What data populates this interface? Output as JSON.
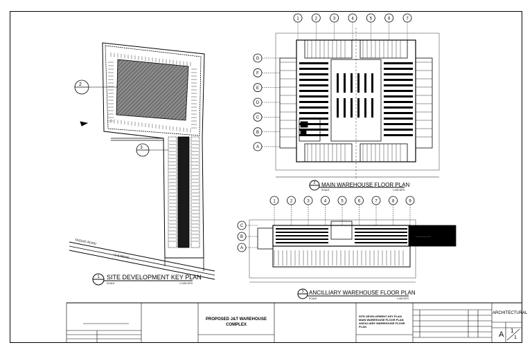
{
  "plans": {
    "site": {
      "number": "1",
      "title": "SITE DEVELOPMENT KEY PLAN",
      "scale_label": "SCALE",
      "scale": "1:1000 MTS"
    },
    "main": {
      "number": "2",
      "title": "MAIN WAREHOUSE FLOOR PLAN",
      "scale_label": "SCALE",
      "scale": "1:400 MTS"
    },
    "ancillary": {
      "number": "3",
      "title": "ANCILLIARY WAREHOUSE FLOOR PLAN",
      "scale_label": "SCALE",
      "scale": "1:400 MTS"
    }
  },
  "grid": {
    "main_cols": [
      "1",
      "2",
      "3",
      "4",
      "5",
      "6",
      "7"
    ],
    "main_rows": [
      "G",
      "F",
      "E",
      "D",
      "C",
      "B",
      "A"
    ],
    "anc_cols": [
      "1",
      "2",
      "3",
      "4",
      "5",
      "6",
      "7",
      "8",
      "9"
    ],
    "anc_rows": [
      "C",
      "B",
      "A"
    ]
  },
  "site_labels": {
    "road_1": "TAGUIG ROAD",
    "road_2": "C-5 ROAD",
    "callout_2": "2",
    "callout_3": "3"
  },
  "title_block": {
    "project_title_line1": "PROPOSED J&T WAREHOUSE",
    "project_title_line2": "COMPLEX",
    "sheet_contents_line1": "SITE DEVELOPMENT KEY PLAN",
    "sheet_contents_line2": "MAIN WAREHOUSE FLOOR PLAN",
    "sheet_contents_line3": "ANCILLIARY WAREHOUSE FLOOR PLAN",
    "discipline": "ARCHITECTURAL",
    "sheet_letter": "A",
    "sheet_number": "1",
    "sheet_total": "1"
  },
  "colors": {
    "ink": "#000000",
    "paper": "#ffffff",
    "hatch_fill": "#7a7a7a"
  }
}
